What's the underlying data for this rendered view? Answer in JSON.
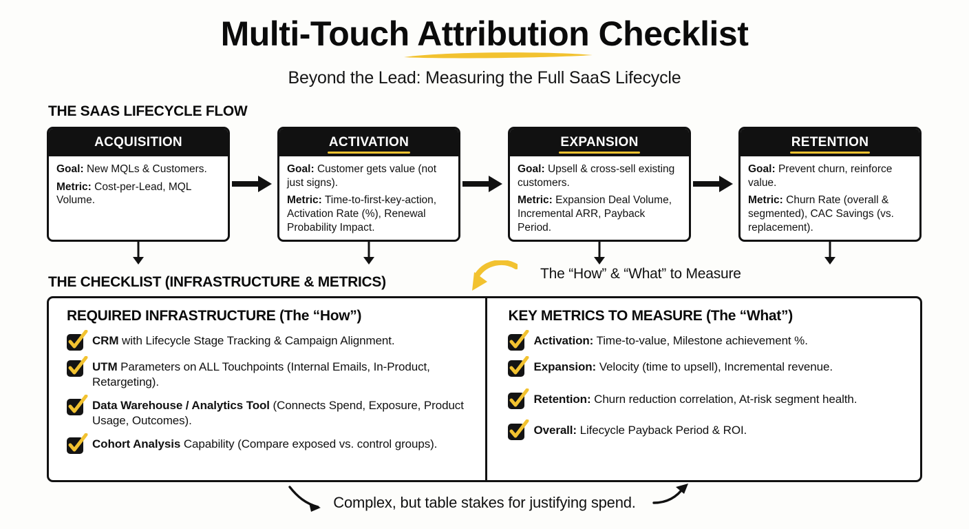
{
  "colors": {
    "accent_yellow": "#F2C230",
    "ink": "#111111",
    "background": "#FDFDFB",
    "header_bar": "#111111"
  },
  "header": {
    "title": "Multi-Touch Attribution Checklist",
    "subtitle": "Beyond the Lead: Measuring the Full SaaS Lifecycle"
  },
  "flow_section": {
    "heading": "THE SAAS LIFECYCLE FLOW",
    "stages": [
      {
        "name": "ACQUISITION",
        "underlined": false,
        "goal_label": "Goal:",
        "goal": "New MQLs & Customers.",
        "metric_label": "Metric:",
        "metric": "Cost-per-Lead, MQL Volume."
      },
      {
        "name": "ACTIVATION",
        "underlined": true,
        "goal_label": "Goal:",
        "goal": "Customer gets value (not just signs).",
        "metric_label": "Metric:",
        "metric": "Time-to-first-key-action, Activation Rate (%), Renewal Probability Impact."
      },
      {
        "name": "EXPANSION",
        "underlined": true,
        "goal_label": "Goal:",
        "goal": "Upsell & cross-sell existing customers.",
        "metric_label": "Metric:",
        "metric": "Expansion Deal Volume, Incremental ARR, Payback Period."
      },
      {
        "name": "RETENTION",
        "underlined": true,
        "goal_label": "Goal:",
        "goal": "Prevent churn, reinforce value.",
        "metric_label": "Metric:",
        "metric": "Churn Rate (overall & segmented), CAC Savings (vs. replacement)."
      }
    ]
  },
  "callout": {
    "text": "The “How” & “What” to Measure"
  },
  "checklist_section": {
    "heading": "THE CHECKLIST (INFRASTRUCTURE & METRICS)",
    "left_column": {
      "title": "REQUIRED INFRASTRUCTURE (The “How”)",
      "items": [
        {
          "bold": "CRM",
          "rest": " with Lifecycle Stage Tracking & Campaign Alignment."
        },
        {
          "bold": "UTM",
          "rest": " Parameters on ALL Touchpoints (Internal Emails, In-Product, Retargeting)."
        },
        {
          "bold": "Data Warehouse / Analytics Tool",
          "rest": " (Connects Spend, Exposure, Product Usage, Outcomes)."
        },
        {
          "bold": "Cohort Analysis",
          "rest": " Capability (Compare exposed vs. control groups)."
        }
      ]
    },
    "right_column": {
      "title": "KEY METRICS TO MEASURE (The “What”)",
      "items": [
        {
          "bold": "Activation:",
          "rest": " Time-to-value, Milestone achievement %."
        },
        {
          "bold": "Expansion:",
          "rest": " Velocity (time to upsell), Incremental revenue."
        },
        {
          "bold": "Retention:",
          "rest": " Churn reduction correlation, At-risk segment health."
        },
        {
          "bold": "Overall:",
          "rest": " Lifecycle Payback Period & ROI."
        }
      ]
    }
  },
  "footer": {
    "text": "Complex, but table stakes for justifying spend."
  }
}
